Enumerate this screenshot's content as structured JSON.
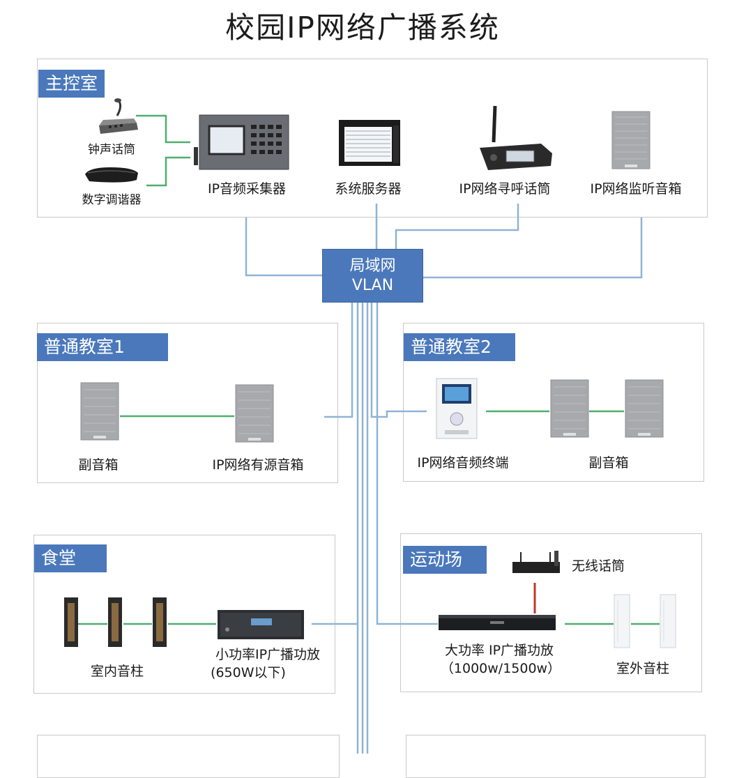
{
  "title": "校园IP网络广播系统",
  "vlan": {
    "line1": "局域网",
    "line2": "VLAN"
  },
  "main_control": {
    "tag": "主控室",
    "bell_mic": "钟声话筒",
    "tuner": "数字调谐器",
    "collector": "IP音频采集器",
    "server": "系统服务器",
    "paging_mic": "IP网络寻呼话筒",
    "monitor_speaker": "IP网络监听音箱"
  },
  "classroom1": {
    "tag": "普通教室1",
    "sub_speaker": "副音箱",
    "active_speaker": "IP网络有源音箱"
  },
  "classroom2": {
    "tag": "普通教室2",
    "terminal": "IP网络音频终端",
    "sub_speaker": "副音箱"
  },
  "canteen": {
    "tag": "食堂",
    "column_speaker": "室内音柱",
    "amp_line1": "小功率IP广播功放",
    "amp_line2": "(650W以下)"
  },
  "sports": {
    "tag": "运动场",
    "wireless_mic": "无线话筒",
    "amp_line1": "大功率 IP广播功放",
    "amp_line2": "（1000w/1500w）",
    "outdoor_column": "室外音柱"
  },
  "colors": {
    "accent": "#4a78bb",
    "wire_blue": "#8fb3d6",
    "wire_green": "#4fae6e"
  }
}
